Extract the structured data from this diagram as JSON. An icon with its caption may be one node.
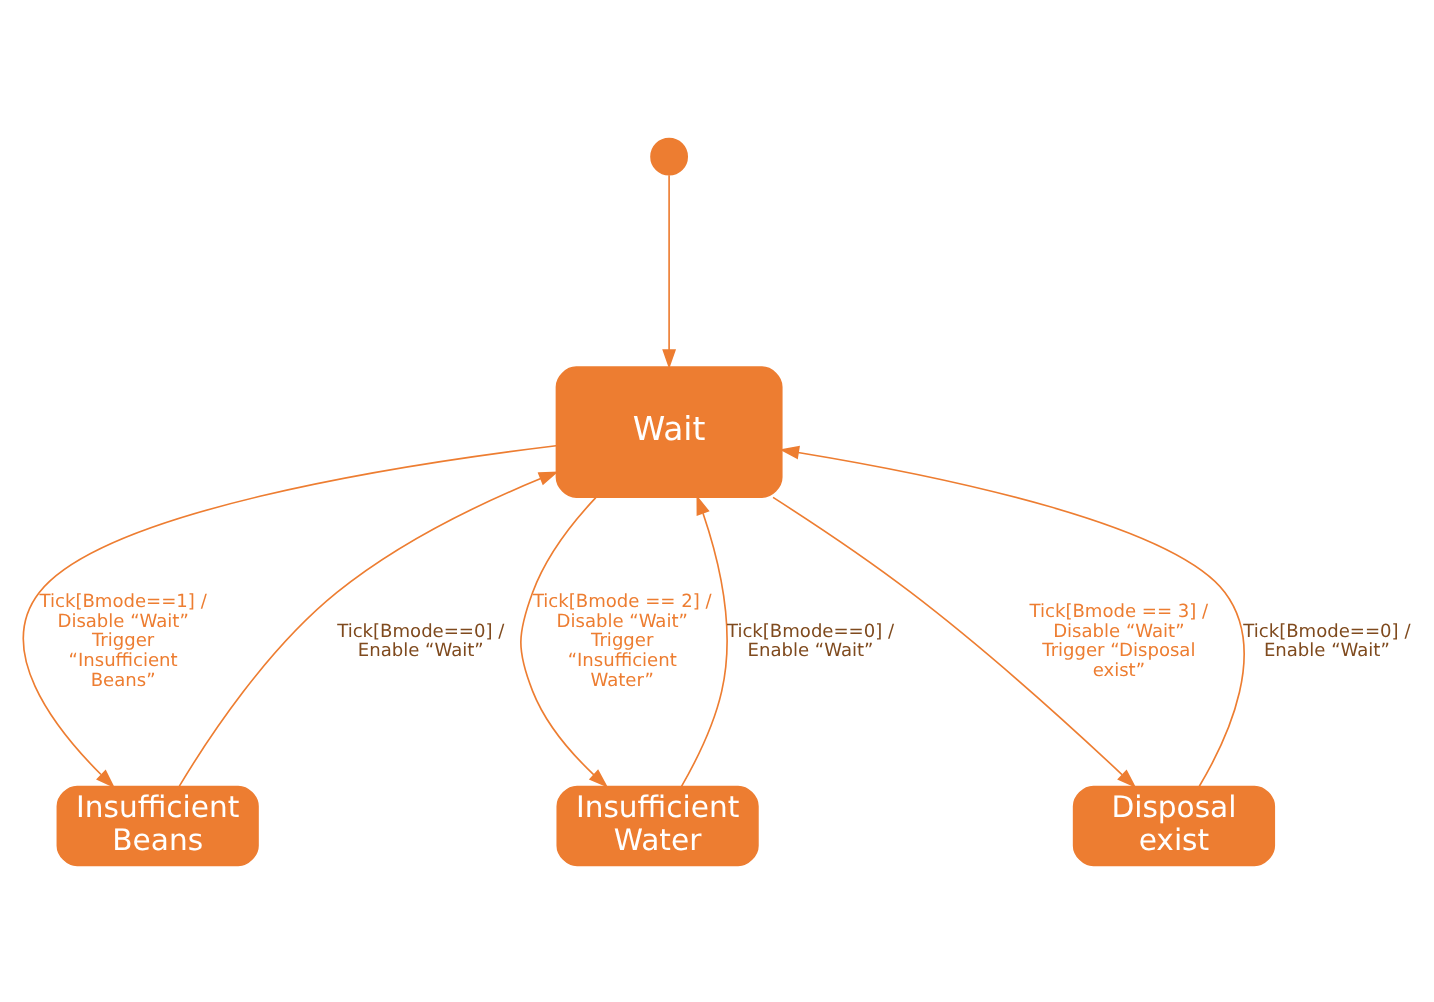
{
  "diagram": {
    "nodes": [
      {
        "text": [],
        "shape": "circle"
      },
      {
        "text": [
          "Wait"
        ]
      },
      {
        "text": [
          "Insufficient Beans"
        ]
      },
      {
        "text": [
          "Insufficient Water"
        ]
      },
      {
        "text": [
          "Disposal exist"
        ]
      }
    ],
    "edges": [
      {
        "from": 0,
        "to": 1,
        "arrow": "to"
      },
      {
        "from": 1,
        "to": 2,
        "arrow": "to",
        "label": "Tick[Bmode==1] / Disable “Wait” Trigger “Insufficient Beans”"
      },
      {
        "from": 2,
        "to": 1,
        "arrow": "to",
        "label": "Tick[Bmode==0] / Enable “Wait”"
      },
      {
        "from": 1,
        "to": 3,
        "arrow": "to",
        "label": "Tick[Bmode == 2] / Disable “Wait” Trigger “Insufficient Water”"
      },
      {
        "from": 3,
        "to": 1,
        "arrow": "to",
        "label": "Tick[Bmode==0] / Enable “Wait”"
      },
      {
        "from": 1,
        "to": 4,
        "arrow": "to",
        "label": "Tick[Bmode == 3] / Disable “Wait” Trigger “Disposal exist”"
      },
      {
        "from": 4,
        "to": 1,
        "arrow": "to",
        "label": "Tick[Bmode==0] / Enable “Wait”"
      }
    ]
  }
}
